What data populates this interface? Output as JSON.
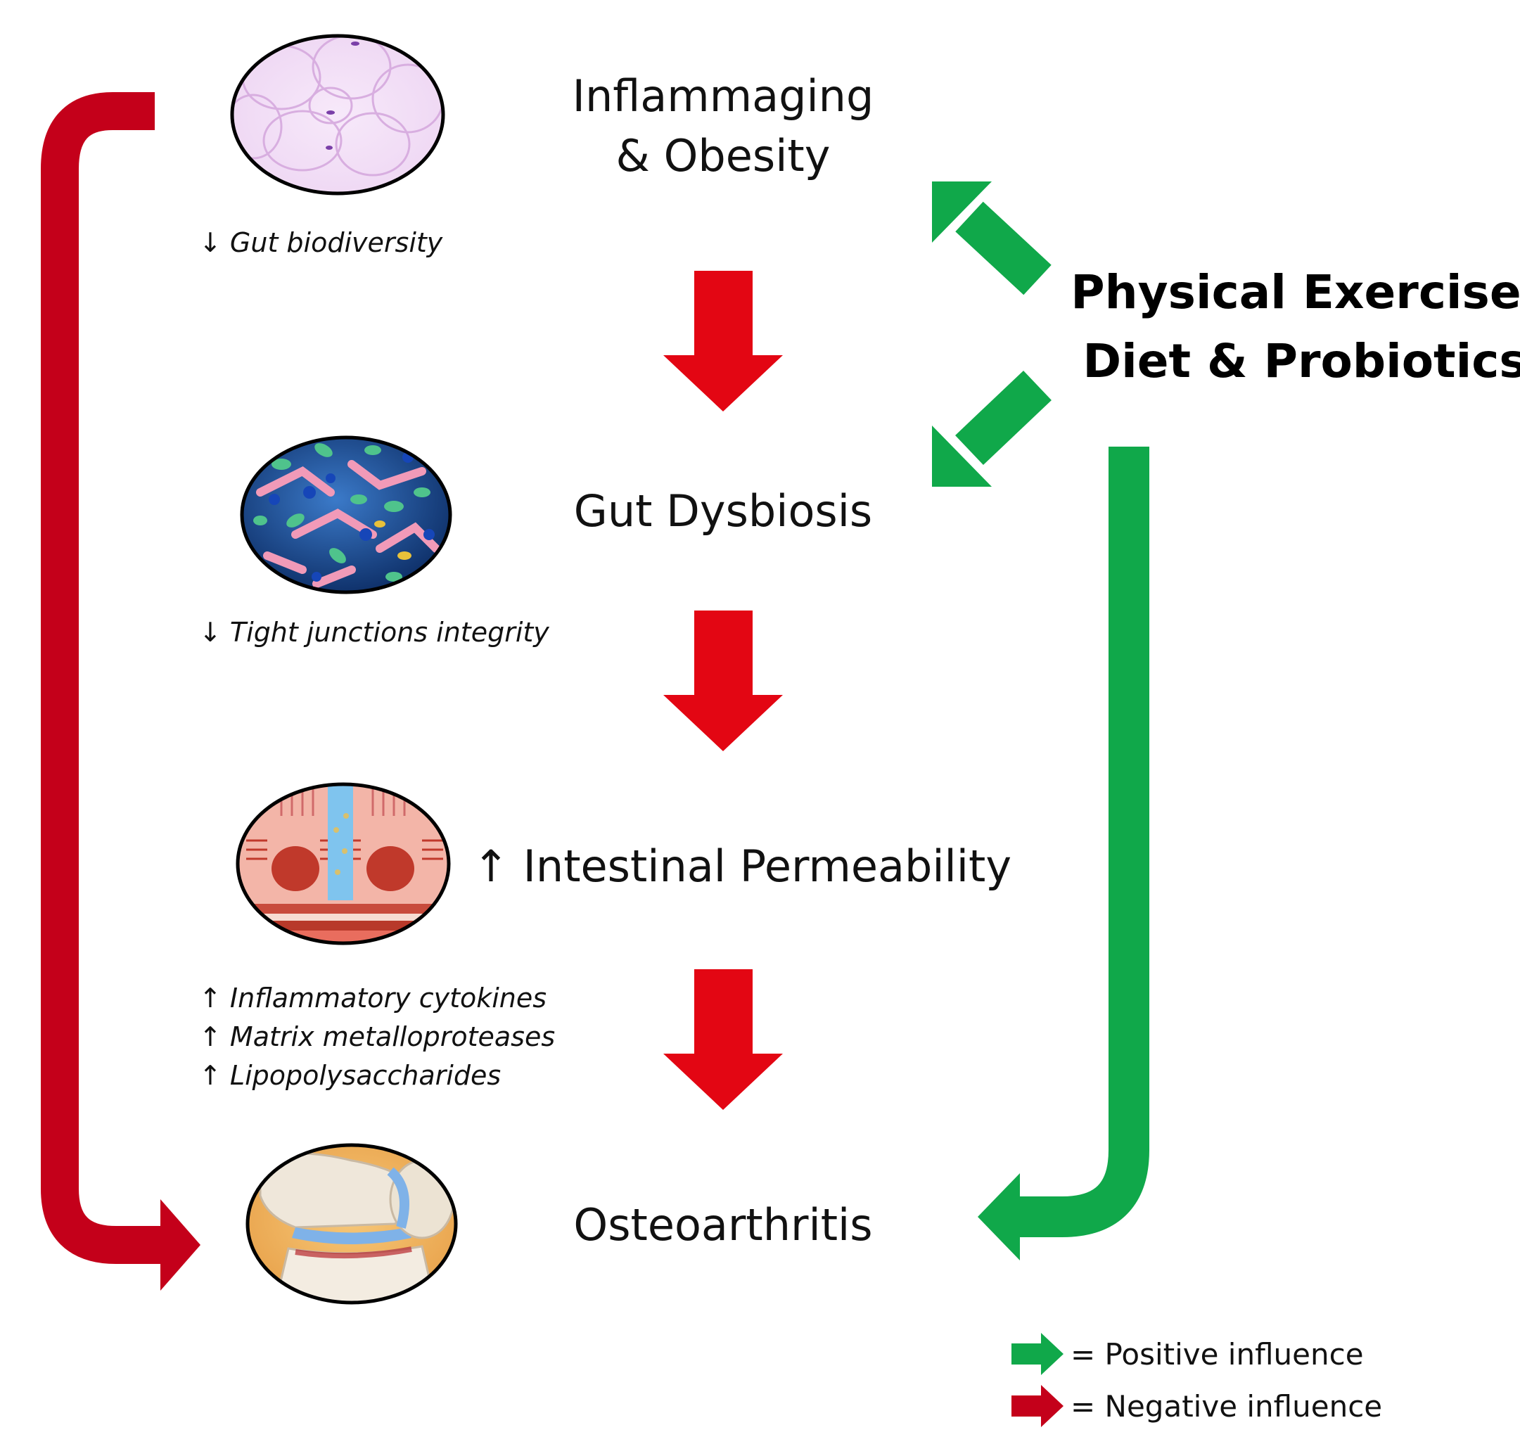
{
  "stages": {
    "inflammaging_line1": "Inflammaging",
    "inflammaging_line2": "& Obesity",
    "gut_dysbiosis": "Gut Dysbiosis",
    "intestinal_permeability": "↑ Intestinal Permeability",
    "osteoarthritis": "Osteoarthritis"
  },
  "notes": {
    "gut_biodiversity": "↓ Gut biodiversity",
    "tight_junctions": "↓ Tight junctions integrity",
    "cytokines": "↑ Inflammatory cytokines",
    "metalloproteases": "↑ Matrix metalloproteases",
    "lipopolysaccharides": "↑ Lipopolysaccharides"
  },
  "intervention": {
    "line1": "Physical Exercise,",
    "line2": "Diet & Probiotics"
  },
  "legend": {
    "positive": "= Positive influence",
    "negative": "= Negative influence"
  },
  "colors": {
    "negative_bright": "#e30613",
    "negative_dark": "#c4001a",
    "positive": "#10a84a"
  }
}
